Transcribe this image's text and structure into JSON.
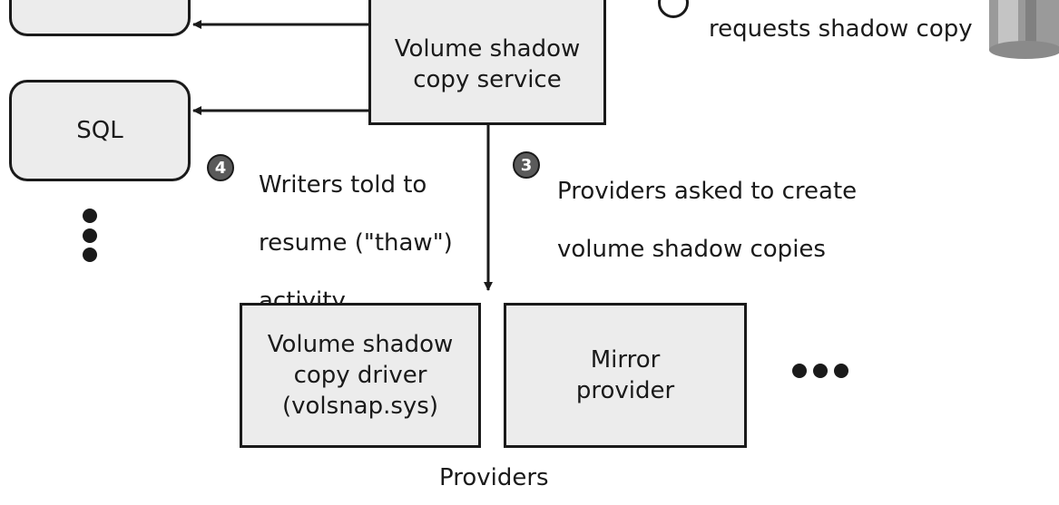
{
  "vss_box": {
    "line1": "Volume shadow",
    "line2": "copy service"
  },
  "sql_box": {
    "label": "SQL"
  },
  "requests_label": "requests shadow copy",
  "step3": {
    "number": "3",
    "line1": "Providers asked to create",
    "line2": "volume shadow copies"
  },
  "step4": {
    "number": "4",
    "line1": "Writers told to",
    "line2": "resume (\"thaw\")",
    "line3": "activity"
  },
  "driver_box": {
    "line1": "Volume shadow",
    "line2": "copy driver",
    "line3": "(volsnap.sys)"
  },
  "mirror_box": {
    "line1": "Mirror",
    "line2": "provider"
  },
  "providers_caption": "Providers"
}
